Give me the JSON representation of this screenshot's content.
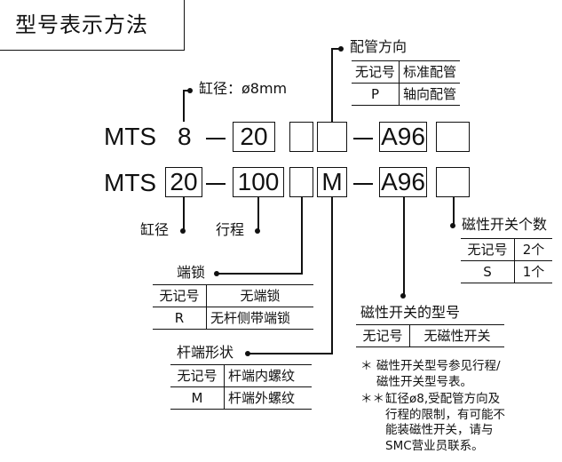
{
  "title": "型号表示方法",
  "bore_note": "缸径：ø8mm",
  "row1": {
    "prefix": "MTS",
    "bore": "8",
    "stroke": "20",
    "suffix": "A96"
  },
  "row2": {
    "prefix": "MTS",
    "bore": "20",
    "stroke": "100",
    "rod": "M",
    "suffix": "A96"
  },
  "labels": {
    "bore": "缸径",
    "stroke": "行程",
    "port": "配管方向",
    "end_lock": "端锁",
    "rod_shape": "杆端形状",
    "switch_count": "磁性开关个数",
    "switch_model": "磁性开关的型号"
  },
  "tables": {
    "port": [
      [
        "无记号",
        "标准配管"
      ],
      [
        "P",
        "轴向配管"
      ]
    ],
    "end_lock": [
      [
        "无记号",
        "无端锁"
      ],
      [
        "R",
        "无杆侧带端锁"
      ]
    ],
    "rod_shape": [
      [
        "无记号",
        "杆端内螺纹"
      ],
      [
        "M",
        "杆端外螺纹"
      ]
    ],
    "switch_count": [
      [
        "无记号",
        "2个"
      ],
      [
        "S",
        "1个"
      ]
    ],
    "switch_model": [
      [
        "无记号",
        "无磁性开关"
      ]
    ]
  },
  "notes": {
    "n1_mark": "＊",
    "n1_line1": "磁性开关型号参见行程/",
    "n1_line2": "磁性开关型号表。",
    "n2_mark": "＊＊",
    "n2_line1": "缸径ø8,受配管方向及",
    "n2_line2": "行程的限制，有可能不",
    "n2_line3": "能装磁性开关，请与",
    "n2_line4": "SMC营业员联系。"
  }
}
